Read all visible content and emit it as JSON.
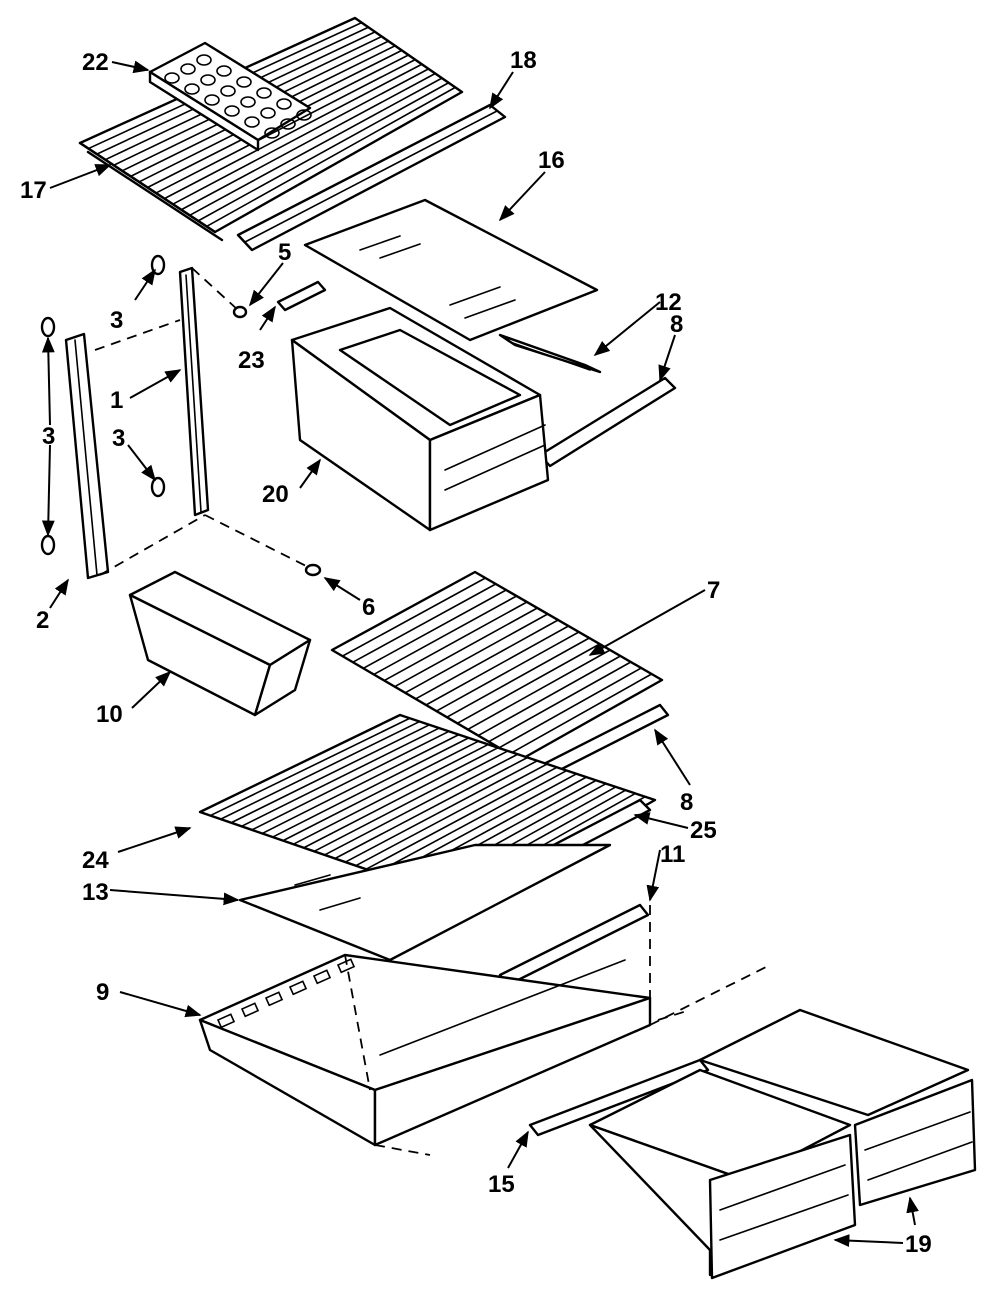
{
  "diagram": {
    "callouts": [
      {
        "id": "c22",
        "text": "22"
      },
      {
        "id": "c18",
        "text": "18"
      },
      {
        "id": "c17",
        "text": "17"
      },
      {
        "id": "c16",
        "text": "16"
      },
      {
        "id": "c5",
        "text": "5"
      },
      {
        "id": "c3a",
        "text": "3"
      },
      {
        "id": "c23",
        "text": "23"
      },
      {
        "id": "c12",
        "text": "12"
      },
      {
        "id": "c8a",
        "text": "8"
      },
      {
        "id": "c1",
        "text": "1"
      },
      {
        "id": "c3b",
        "text": "3"
      },
      {
        "id": "c3c",
        "text": "3"
      },
      {
        "id": "c20",
        "text": "20"
      },
      {
        "id": "c2",
        "text": "2"
      },
      {
        "id": "c6",
        "text": "6"
      },
      {
        "id": "c7",
        "text": "7"
      },
      {
        "id": "c10",
        "text": "10"
      },
      {
        "id": "c8b",
        "text": "8"
      },
      {
        "id": "c25",
        "text": "25"
      },
      {
        "id": "c24",
        "text": "24"
      },
      {
        "id": "c11",
        "text": "11"
      },
      {
        "id": "c13",
        "text": "13"
      },
      {
        "id": "c9",
        "text": "9"
      },
      {
        "id": "c15",
        "text": "15"
      },
      {
        "id": "c19",
        "text": "19"
      }
    ]
  }
}
